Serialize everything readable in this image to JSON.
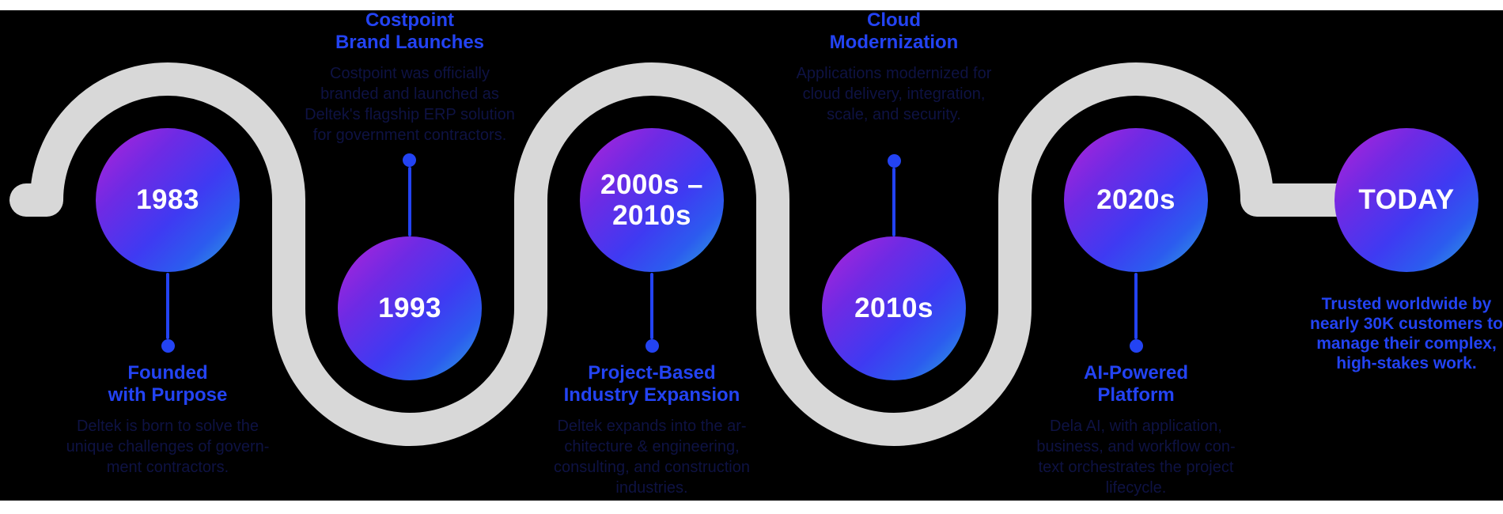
{
  "colors": {
    "accent": "#2343f3",
    "deep_text": "#0e1243",
    "path_gray": "#d8d8d8",
    "year_text": "#ffffff",
    "background": "#000000",
    "margin_band": "#ffffff",
    "circle_gradient": [
      "#b423d8",
      "#6f2ae4",
      "#3f3af2",
      "#2c5bef",
      "#2fa8de"
    ]
  },
  "milestones": [
    {
      "year": "1983",
      "title": "Founded\nwith Purpose",
      "description": "Deltek is born to solve the\nunique challenges of govern-\nment contractors."
    },
    {
      "year": "1993",
      "title": "Costpoint\nBrand Launches",
      "description": "Costpoint was officially\nbranded and launched as\nDeltek's flagship ERP solution\nfor government contractors."
    },
    {
      "year": "2000s –\n2010s",
      "title": "Project-Based\nIndustry Expansion",
      "description": "Deltek expands into the ar-\nchitecture & engineering,\nconsulting, and construction\nindustries."
    },
    {
      "year": "2010s",
      "title": "Cloud\nModernization",
      "description": "Applications modernized for\ncloud delivery, integration,\nscale, and security."
    },
    {
      "year": "2020s",
      "title": "AI-Powered\nPlatform",
      "description": "Dela AI, with application,\nbusiness, and workflow con-\ntext orchestrates the project\nlifecycle."
    },
    {
      "year": "TODAY",
      "title": "",
      "description": "Trusted worldwide by\nnearly 30K customers to\nmanage their complex,\nhigh-stakes work."
    }
  ]
}
